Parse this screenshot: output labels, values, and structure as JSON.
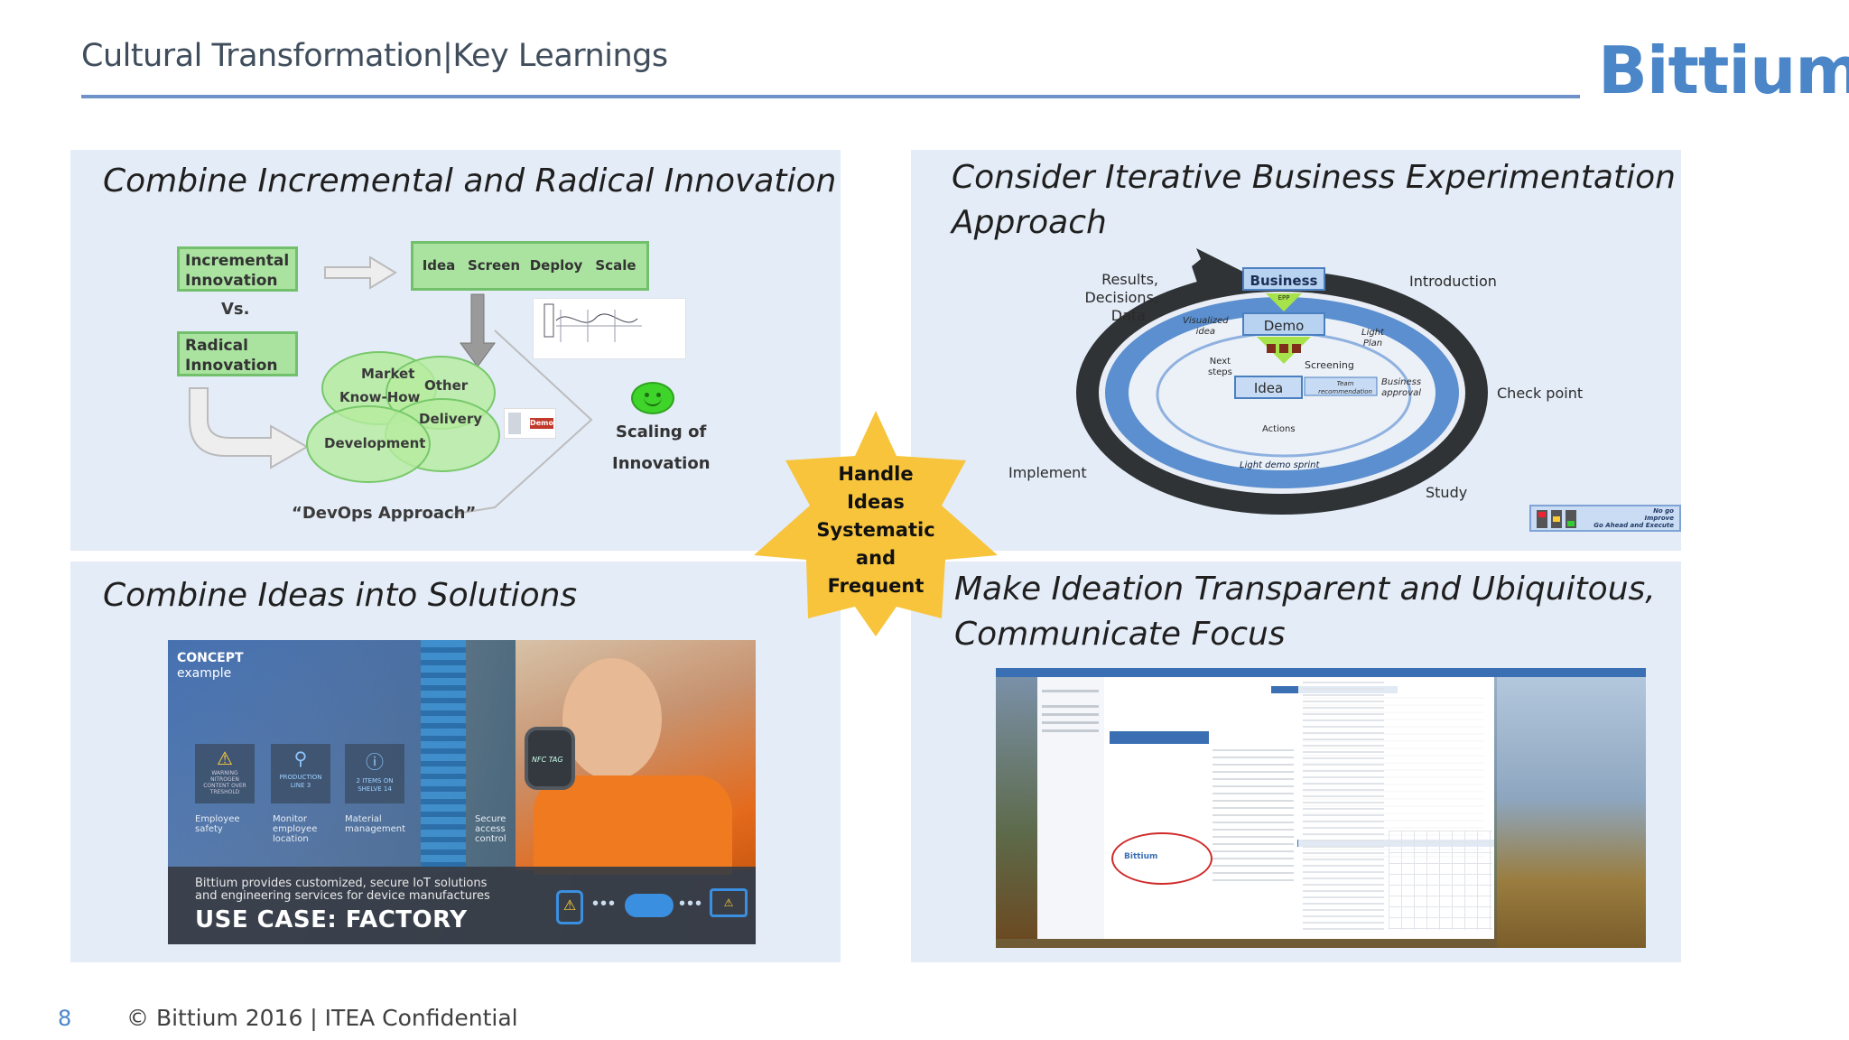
{
  "header": {
    "title": "Cultural Transformation|Key Learnings",
    "logo": "Bittium"
  },
  "q1": {
    "title": "Combine Incremental and Radical Innovation",
    "incremental_l1": "Incremental",
    "incremental_l2": "Innovation",
    "vs": "Vs.",
    "radical_l1": "Radical",
    "radical_l2": "Innovation",
    "steps": [
      "Idea",
      "Screen",
      "Deploy",
      "Scale"
    ],
    "circles": {
      "market_l1": "Market",
      "market_l2": "Know-How",
      "other": "Other",
      "delivery": "Delivery",
      "development": "Development"
    },
    "demo_tag": "Demo",
    "scaling_l1": "Scaling of",
    "scaling_l2": "Innovation",
    "devops": "“DevOps Approach”"
  },
  "q2": {
    "title_l1": "Consider Iterative Business Experimentation",
    "title_l2": "Approach",
    "labels": {
      "results_l1": "Results,",
      "results_l2": "Decisions,",
      "results_l3": "Data",
      "introduction": "Introduction",
      "checkpoint": "Check point",
      "implement": "Implement",
      "study": "Study",
      "business": "Business",
      "epp": "EPP",
      "demo": "Demo",
      "idea": "Idea",
      "visualized_l1": "Visualized",
      "visualized_l2": "idea",
      "light_plan_l1": "Light",
      "light_plan_l2": "Plan",
      "next_l1": "Next",
      "next_l2": "steps",
      "screening": "Screening",
      "team_l1": "Team",
      "team_l2": "recommendation",
      "bizapp_l1": "Business",
      "bizapp_l2": "approval",
      "actions": "Actions",
      "sprint": "Light demo sprint",
      "nogo": "No go",
      "improve": "Improve",
      "goahead": "Go Ahead and Execute"
    }
  },
  "star": {
    "lines": [
      "Handle",
      "Ideas",
      "Systematic",
      "and",
      "Frequent"
    ]
  },
  "q3": {
    "title": "Combine Ideas into Solutions",
    "concept_l1": "CONCEPT",
    "concept_l2": "example",
    "icons": [
      {
        "badge_l1": "WARNING",
        "badge_l2": "NITROGEN",
        "badge_l3": "CONTENT OVER",
        "badge_l4": "TRESHOLD",
        "cap_l1": "Employee",
        "cap_l2": "safety",
        "cap_l3": ""
      },
      {
        "badge_l1": "PRODUCTION",
        "badge_l2": "LINE 3",
        "badge_l3": "",
        "badge_l4": "",
        "cap_l1": "Monitor",
        "cap_l2": "employee",
        "cap_l3": "location"
      },
      {
        "badge_l1": "2 ITEMS ON",
        "badge_l2": "SHELVE 14",
        "badge_l3": "",
        "badge_l4": "",
        "cap_l1": "Material",
        "cap_l2": "management",
        "cap_l3": ""
      },
      {
        "badge_l1": "",
        "badge_l2": "",
        "badge_l3": "",
        "badge_l4": "",
        "cap_l1": "Secure",
        "cap_l2": "access",
        "cap_l3": "control"
      }
    ],
    "nfc": "NFC TAG",
    "caption_l1": "Bittium provides customized, secure IoT solutions",
    "caption_l2": "and engineering services for device manufactures",
    "usecase": "USE CASE: FACTORY"
  },
  "q4": {
    "title_l1": "Make Ideation Transparent and Ubiquitous,",
    "title_l2": "Communicate Focus",
    "tool_logo": "Bittium"
  },
  "footer": {
    "page": "8",
    "copyright": "© Bittium 2016 | ITEA Confidential"
  }
}
